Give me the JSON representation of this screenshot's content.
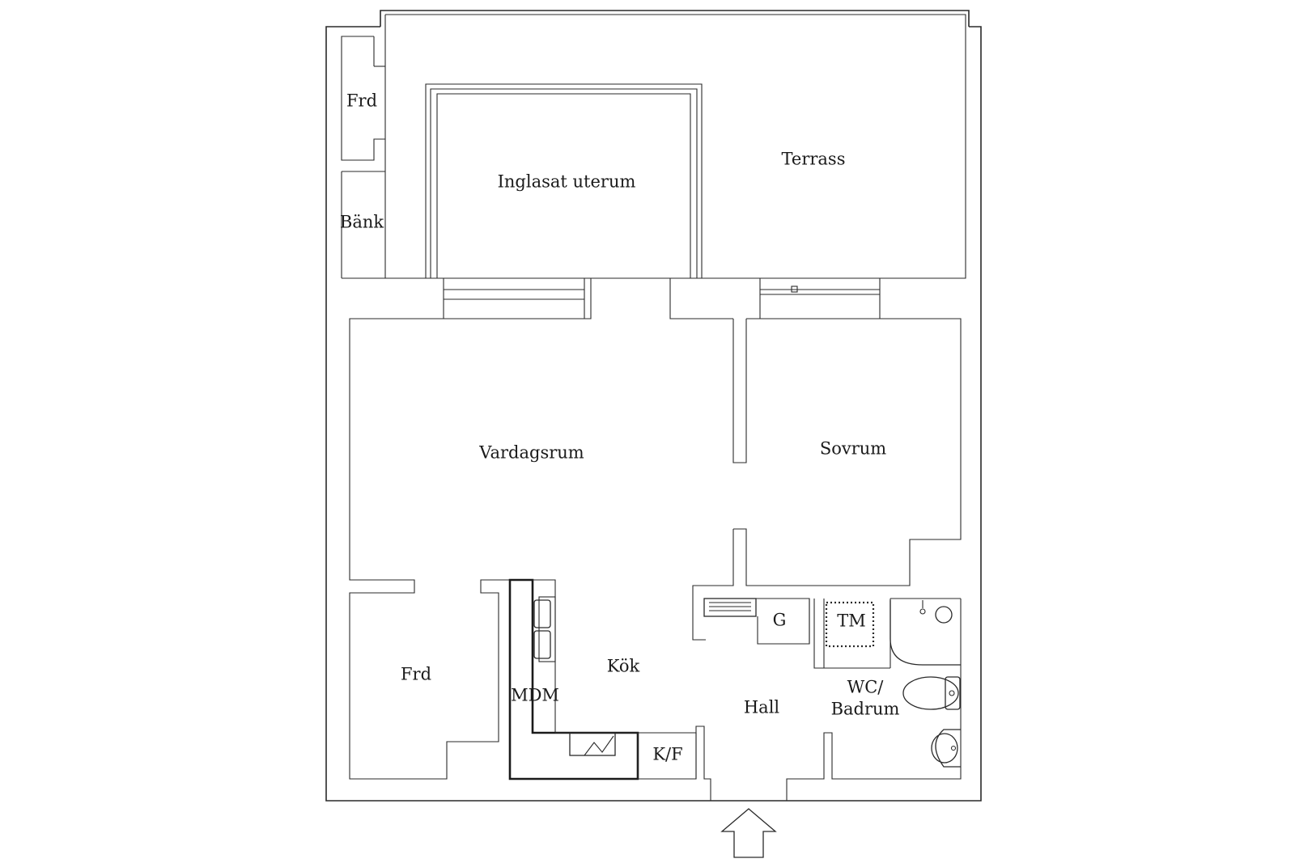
{
  "rooms": {
    "frd_top": "Frd",
    "bank": "Bänk",
    "uterum": "Inglasat uterum",
    "terrass": "Terrass",
    "vardagsrum": "Vardagsrum",
    "sovrum": "Sovrum",
    "frd_bottom": "Frd",
    "kok": "Kök",
    "mdm": "MDM",
    "kf": "K/F",
    "hall": "Hall",
    "g": "G",
    "tm": "TM",
    "wc_line1": "WC/",
    "wc_line2": "Badrum"
  },
  "icons": {
    "entrance": "entrance-arrow-icon",
    "sink": "kitchen-sink-icon",
    "toilet": "toilet-icon",
    "washbasin": "washbasin-icon",
    "shower": "shower-icon",
    "radiator": "radiator-icon",
    "stove": "stove-icon"
  }
}
